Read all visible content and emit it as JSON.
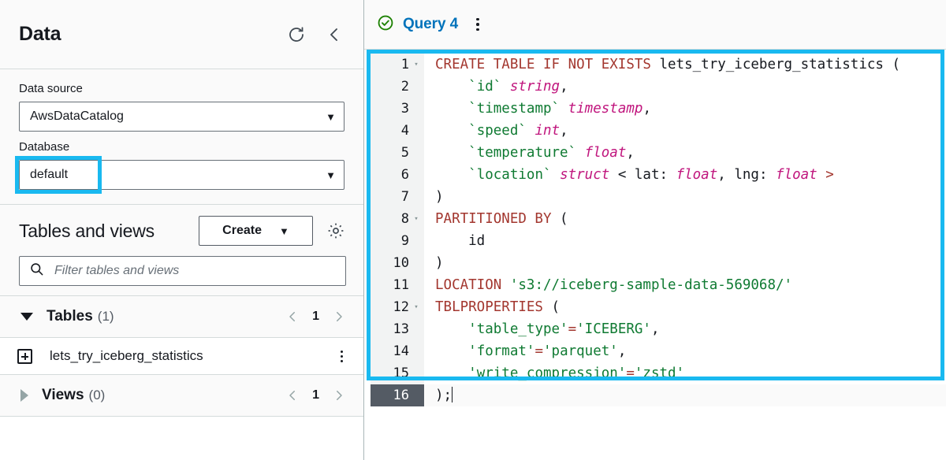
{
  "sidebar": {
    "title": "Data",
    "refresh_icon": "refresh-icon",
    "collapse_icon": "chevron-left-icon",
    "data_source": {
      "label": "Data source",
      "value": "AwsDataCatalog",
      "caret": "▼"
    },
    "database": {
      "label": "Database",
      "value": "default",
      "caret": "▼"
    },
    "tables_and_views": {
      "title": "Tables and views",
      "create_label": "Create",
      "create_caret": "▼",
      "settings_icon": "gear-icon",
      "filter_placeholder": "Filter tables and views",
      "filter_value": "",
      "search_icon": "search-icon"
    },
    "groups": [
      {
        "name": "Tables",
        "count": "(1)",
        "expanded": true,
        "page": "1"
      },
      {
        "name": "Views",
        "count": "(0)",
        "expanded": false,
        "page": "1"
      }
    ],
    "tables": [
      {
        "name": "lets_try_iceberg_statistics",
        "expand_icon": "plus-square-icon",
        "menu_icon": "kebab-menu-icon"
      }
    ]
  },
  "editor": {
    "tab": {
      "status_icon": "check-circle-icon",
      "label": "Query 4",
      "menu_icon": "kebab-menu-icon"
    },
    "active_line": 16,
    "lines": [
      {
        "n": "1",
        "fold": "▾",
        "tokens": [
          {
            "t": "CREATE TABLE IF NOT EXISTS ",
            "c": "kw"
          },
          {
            "t": "lets_try_iceberg_statistics (",
            "c": "pl"
          }
        ]
      },
      {
        "n": "2",
        "fold": "",
        "tokens": [
          {
            "t": "    ",
            "c": "pl"
          },
          {
            "t": "`id`",
            "c": "id"
          },
          {
            "t": " ",
            "c": "pl"
          },
          {
            "t": "string",
            "c": "ty"
          },
          {
            "t": ",",
            "c": "pl"
          }
        ]
      },
      {
        "n": "3",
        "fold": "",
        "tokens": [
          {
            "t": "    ",
            "c": "pl"
          },
          {
            "t": "`timestamp`",
            "c": "id"
          },
          {
            "t": " ",
            "c": "pl"
          },
          {
            "t": "timestamp",
            "c": "ty"
          },
          {
            "t": ",",
            "c": "pl"
          }
        ]
      },
      {
        "n": "4",
        "fold": "",
        "tokens": [
          {
            "t": "    ",
            "c": "pl"
          },
          {
            "t": "`speed`",
            "c": "id"
          },
          {
            "t": " ",
            "c": "pl"
          },
          {
            "t": "int",
            "c": "ty"
          },
          {
            "t": ",",
            "c": "pl"
          }
        ]
      },
      {
        "n": "5",
        "fold": "",
        "tokens": [
          {
            "t": "    ",
            "c": "pl"
          },
          {
            "t": "`temperature`",
            "c": "id"
          },
          {
            "t": " ",
            "c": "pl"
          },
          {
            "t": "float",
            "c": "ty"
          },
          {
            "t": ",",
            "c": "pl"
          }
        ]
      },
      {
        "n": "6",
        "fold": "",
        "tokens": [
          {
            "t": "    ",
            "c": "pl"
          },
          {
            "t": "`location`",
            "c": "id"
          },
          {
            "t": " ",
            "c": "pl"
          },
          {
            "t": "struct",
            "c": "ty"
          },
          {
            "t": " < lat: ",
            "c": "pl"
          },
          {
            "t": "float",
            "c": "ty"
          },
          {
            "t": ", lng: ",
            "c": "pl"
          },
          {
            "t": "float",
            "c": "ty"
          },
          {
            "t": " ",
            "c": "pl"
          },
          {
            "t": ">",
            "c": "op"
          }
        ]
      },
      {
        "n": "7",
        "fold": "",
        "tokens": [
          {
            "t": ")",
            "c": "pl"
          }
        ]
      },
      {
        "n": "8",
        "fold": "▾",
        "tokens": [
          {
            "t": "PARTITIONED BY",
            "c": "kw"
          },
          {
            "t": " (",
            "c": "pl"
          }
        ]
      },
      {
        "n": "9",
        "fold": "",
        "tokens": [
          {
            "t": "    id",
            "c": "pl"
          }
        ]
      },
      {
        "n": "10",
        "fold": "",
        "tokens": [
          {
            "t": ")",
            "c": "pl"
          }
        ]
      },
      {
        "n": "11",
        "fold": "",
        "tokens": [
          {
            "t": "LOCATION",
            "c": "kw"
          },
          {
            "t": " ",
            "c": "pl"
          },
          {
            "t": "'s3://iceberg-sample-data-569068/'",
            "c": "st"
          }
        ]
      },
      {
        "n": "12",
        "fold": "▾",
        "tokens": [
          {
            "t": "TBLPROPERTIES",
            "c": "kw"
          },
          {
            "t": " (",
            "c": "pl"
          }
        ]
      },
      {
        "n": "13",
        "fold": "",
        "tokens": [
          {
            "t": "    ",
            "c": "pl"
          },
          {
            "t": "'table_type'",
            "c": "st"
          },
          {
            "t": "=",
            "c": "op"
          },
          {
            "t": "'ICEBERG'",
            "c": "st"
          },
          {
            "t": ",",
            "c": "pl"
          }
        ]
      },
      {
        "n": "14",
        "fold": "",
        "tokens": [
          {
            "t": "    ",
            "c": "pl"
          },
          {
            "t": "'format'",
            "c": "st"
          },
          {
            "t": "=",
            "c": "op"
          },
          {
            "t": "'parquet'",
            "c": "st"
          },
          {
            "t": ",",
            "c": "pl"
          }
        ]
      },
      {
        "n": "15",
        "fold": "",
        "tokens": [
          {
            "t": "    ",
            "c": "pl"
          },
          {
            "t": "'write_compression'",
            "c": "st"
          },
          {
            "t": "=",
            "c": "op"
          },
          {
            "t": "'zstd'",
            "c": "st"
          }
        ]
      },
      {
        "n": "16",
        "fold": "",
        "tokens": [
          {
            "t": ");",
            "c": "pl"
          }
        ]
      }
    ]
  },
  "colors": {
    "highlight": "#19b9f0",
    "tab_blue": "#0073bb",
    "status_green": "#1d8102",
    "keyword": "#a3372f",
    "identifier": "#0f7a32",
    "type": "#c0157d",
    "string": "#0f7a32",
    "active_gutter": "#545b64"
  }
}
